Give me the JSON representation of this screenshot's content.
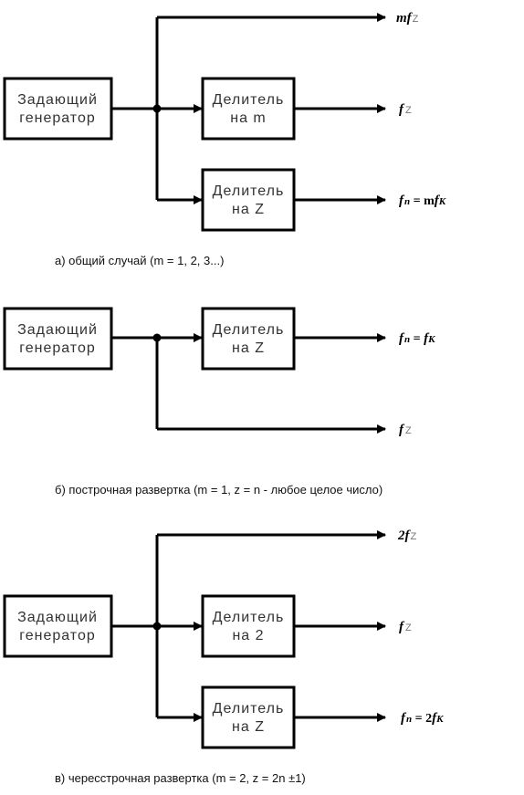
{
  "blocks": {
    "gen_line1": "Задающий",
    "gen_line2": "генератор",
    "div_line1": "Делитель",
    "div_m_line2": "на m",
    "div_z_line2": "на Z",
    "div_2_line2": "на 2"
  },
  "signals": {
    "m": "m",
    "f": "f",
    "z": "Z",
    "two": "2",
    "n_sub": "п",
    "k_sub": "К",
    "eq": " = ",
    "eq_m": " = m",
    "eq_2": " = 2"
  },
  "captions": {
    "a": "а) общий случай (m = 1, 2, 3...)",
    "b": "б) построчная развертка (m = 1, z = n - любое целое число)",
    "c": "в) чересстрочная развертка  (m = 2, z = 2n ±1)"
  },
  "colors": {
    "line": "#000000",
    "box_text": "#333333"
  }
}
